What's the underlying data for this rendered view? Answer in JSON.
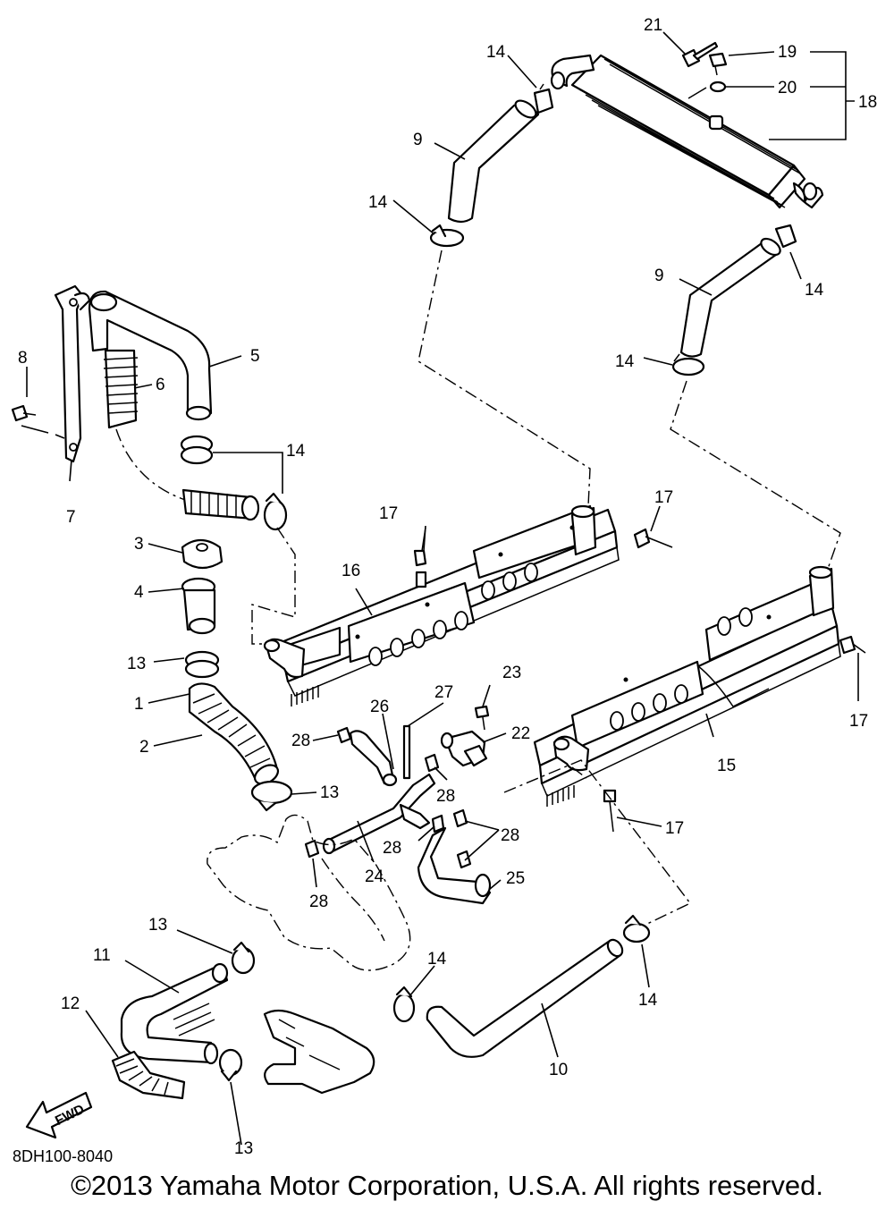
{
  "diagram": {
    "fwd_label": "FWD",
    "code": "8DH100-8040",
    "callouts": {
      "c1": "1",
      "c2": "2",
      "c3": "3",
      "c4": "4",
      "c5": "5",
      "c6": "6",
      "c7": "7",
      "c8": "8",
      "c9a": "9",
      "c9b": "9",
      "c10": "10",
      "c11": "11",
      "c12": "12",
      "c13a": "13",
      "c13b": "13",
      "c13c": "13",
      "c13d": "13",
      "c14a": "14",
      "c14b": "14",
      "c14c": "14",
      "c14d": "14",
      "c14e": "14",
      "c14f": "14",
      "c14g": "14",
      "c15": "15",
      "c16": "16",
      "c17a": "17",
      "c17b": "17",
      "c17c": "17",
      "c17d": "17",
      "c18": "18",
      "c19": "19",
      "c20": "20",
      "c21": "21",
      "c22": "22",
      "c23": "23",
      "c24": "24",
      "c25": "25",
      "c26": "26",
      "c27": "27",
      "c28a": "28",
      "c28b": "28",
      "c28c": "28",
      "c28d": "28",
      "c28e": "28"
    }
  },
  "footer": {
    "copyright": "©2013 Yamaha Motor Corporation, U.S.A. All rights reserved."
  }
}
